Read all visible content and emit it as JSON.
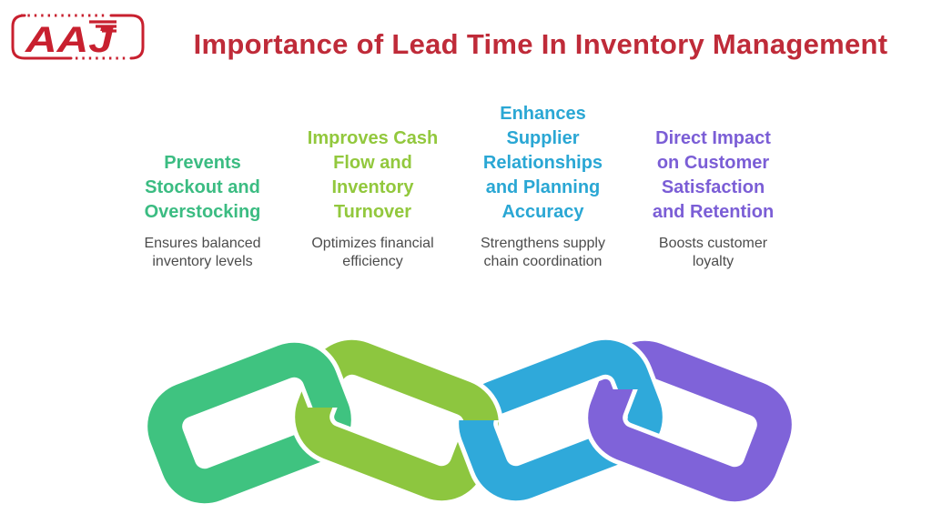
{
  "logo": {
    "text": "AAJ",
    "color": "#c8202f"
  },
  "header": {
    "title": "Importance of Lead Time In Inventory Management",
    "color": "#bf2b39"
  },
  "columns": [
    {
      "id": "prevents-stockout",
      "heading_lines": [
        "Prevents",
        "Stockout and",
        "Overstocking"
      ],
      "subtitle_lines": [
        "Ensures balanced",
        "inventory levels"
      ],
      "accent": "#3bbc82"
    },
    {
      "id": "improves-cash-flow",
      "heading_lines": [
        "Improves Cash",
        "Flow and",
        "Inventory",
        "Turnover"
      ],
      "subtitle_lines": [
        "Optimizes financial",
        "efficiency"
      ],
      "accent": "#92c83d"
    },
    {
      "id": "enhances-supplier-relationships",
      "heading_lines": [
        "Enhances",
        "Supplier",
        "Relationships",
        "and Planning",
        "Accuracy"
      ],
      "subtitle_lines": [
        "Strengthens supply",
        "chain coordination"
      ],
      "accent": "#2aa7d4"
    },
    {
      "id": "customer-satisfaction-retention",
      "heading_lines": [
        "Direct Impact",
        "on Customer",
        "Satisfaction",
        "and Retention"
      ],
      "subtitle_lines": [
        "Boosts customer",
        "loyalty"
      ],
      "accent": "#7b5ed6"
    }
  ],
  "text_style": {
    "subtitle_color": "#4c4c4c"
  },
  "chain": {
    "links": [
      {
        "name": "chain-link-1",
        "color": "#3fc380"
      },
      {
        "name": "chain-link-2",
        "color": "#8dc63f"
      },
      {
        "name": "chain-link-3",
        "color": "#2fa9da"
      },
      {
        "name": "chain-link-4",
        "color": "#7f63d9"
      }
    ]
  }
}
